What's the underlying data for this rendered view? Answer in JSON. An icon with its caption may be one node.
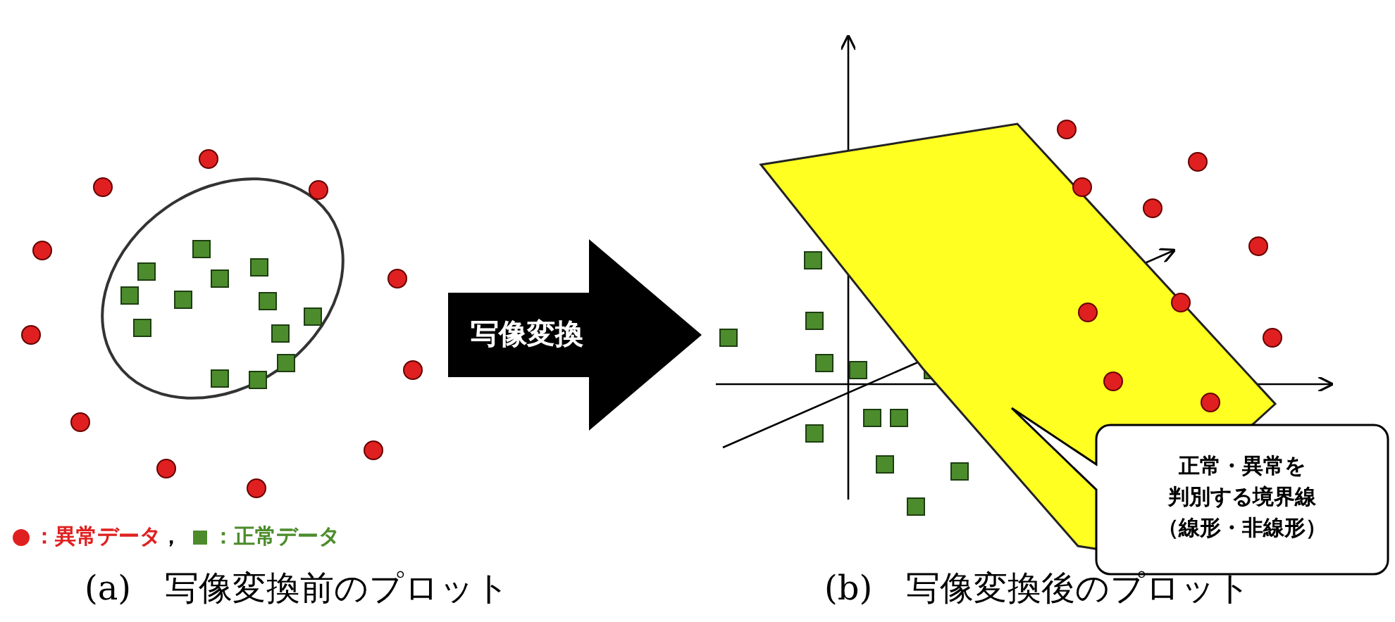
{
  "diagram": {
    "nodes": [
      {
        "text": [
          "写像変換"
        ]
      },
      {
        "text": [
          "正常・異常を判別する境界線（線形・非線形）"
        ]
      }
    ],
    "labels": [
      "，",
      "(a)　写像変換前のプロット",
      "(b)　写像変換後のプロット"
    ],
    "legend": [
      {
        "text": "：異常データ",
        "color": "#e02020"
      },
      {
        "text": "：正常データ",
        "color": "#4c8c2c"
      }
    ]
  }
}
